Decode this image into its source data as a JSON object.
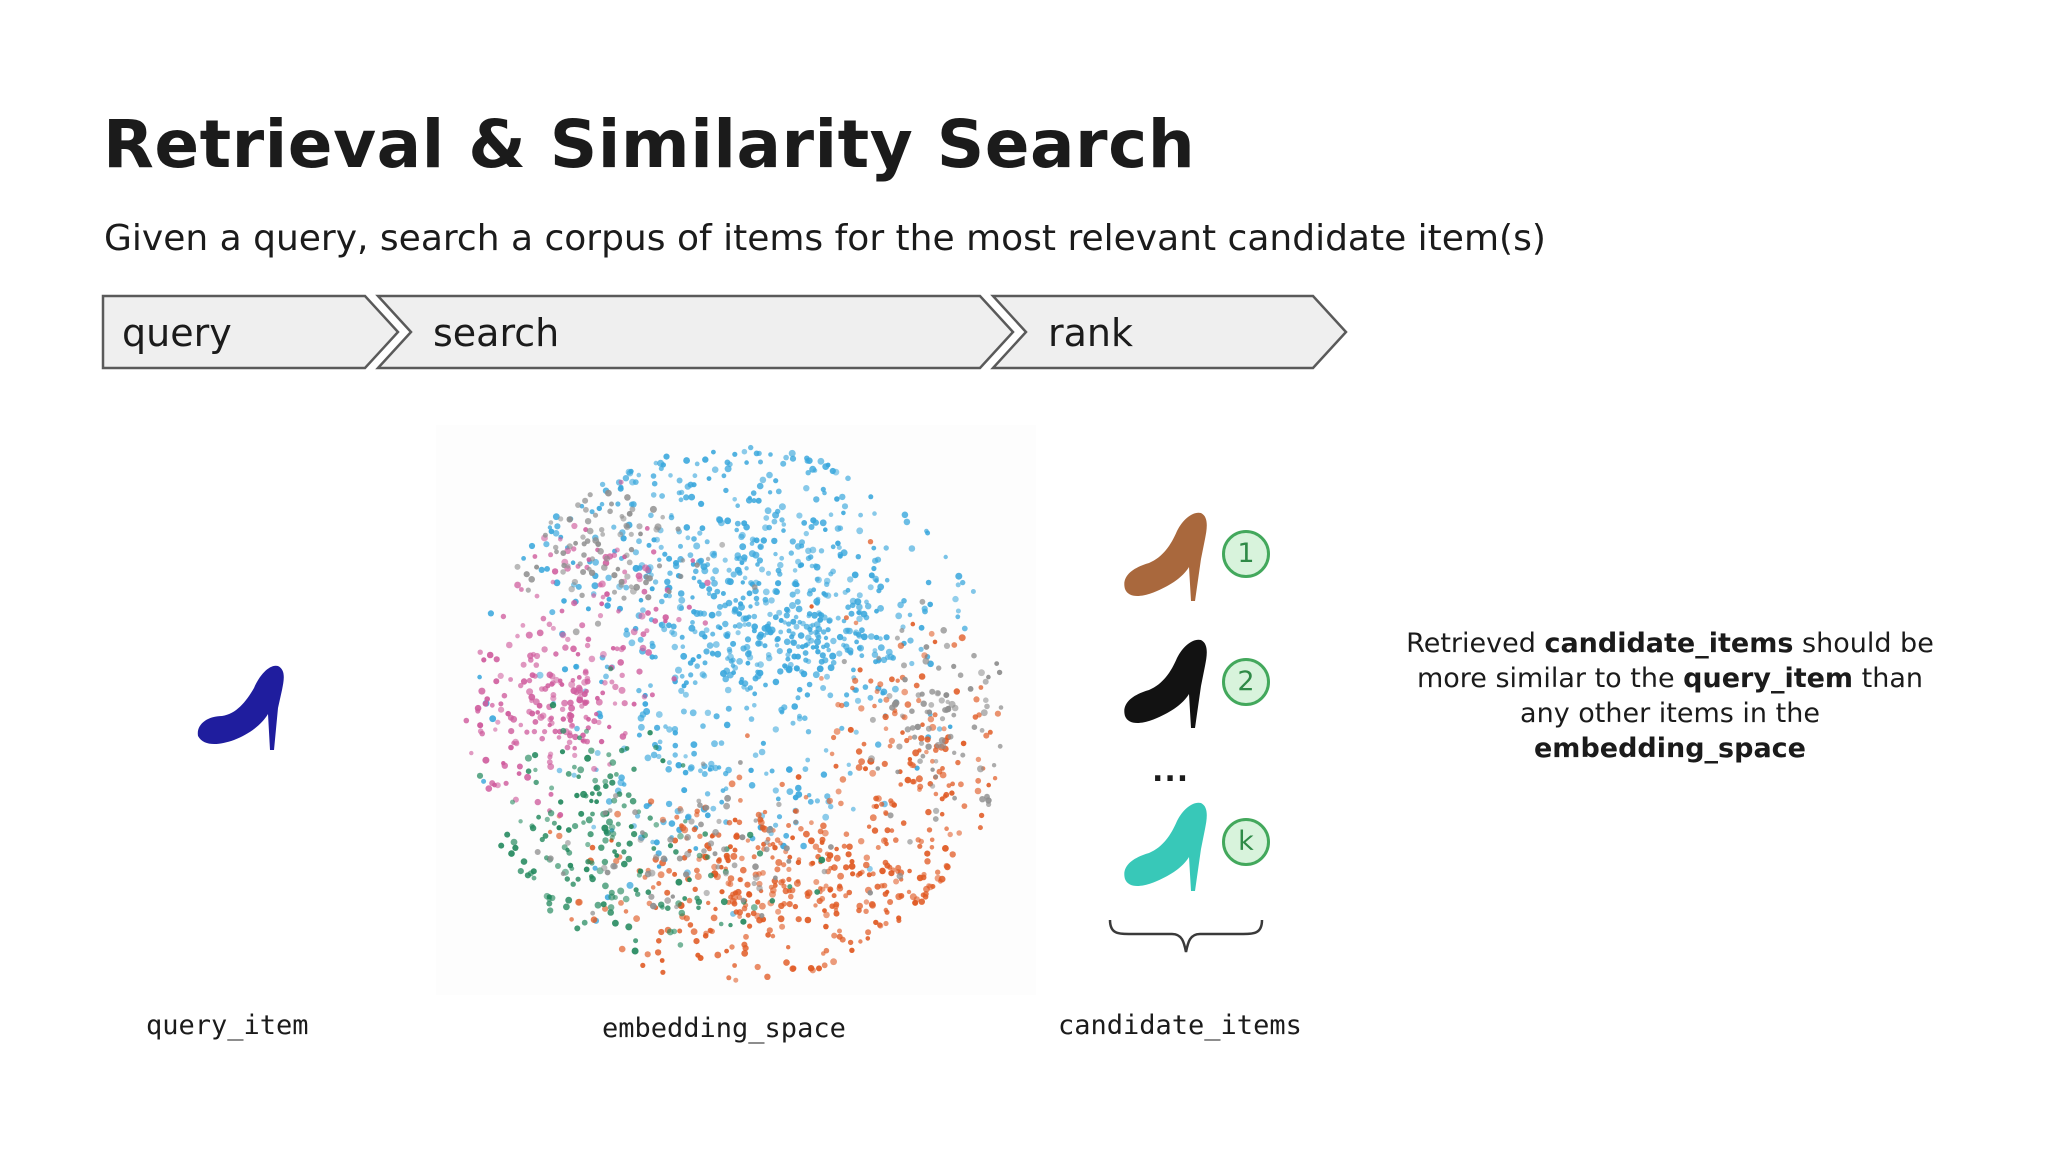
{
  "slide": {
    "title": "Retrieval & Similarity Search",
    "subtitle": "Given a query, search a corpus of items for the most relevant candidate item(s)"
  },
  "pipeline": {
    "stages": [
      "query",
      "search",
      "rank"
    ]
  },
  "labels": {
    "query_item": "query_item",
    "embedding_space": "embedding_space",
    "candidate_items": "candidate_items"
  },
  "candidates": {
    "ranks": [
      "1",
      "2",
      "k"
    ],
    "ellipsis": "...",
    "shoe_colors": [
      "#a9683d",
      "#121212",
      "#38c8b8"
    ]
  },
  "query_shoe_color": "#1f1d9e",
  "note": {
    "part1": "Retrieved ",
    "bold1": "candidate_items",
    "part2": " should be more similar to the ",
    "bold2": "query_item",
    "part3": " than any other items in the ",
    "bold3": "embedding_space"
  },
  "cluster_colors": {
    "blue": "#3aa7dc",
    "orange": "#e05a24",
    "pink": "#cf5c9d",
    "green": "#24895e",
    "gray": "#8f8f8f"
  }
}
